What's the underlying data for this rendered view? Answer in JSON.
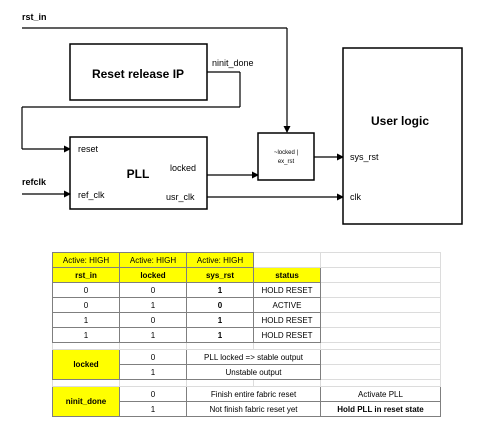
{
  "diagram": {
    "signals": {
      "rst_in": "rst_in",
      "ninit_done": "ninit_done",
      "refclk": "refclk"
    },
    "blocks": {
      "reset_release_ip": "Reset release IP",
      "pll": {
        "title": "PLL",
        "port_reset": "reset",
        "port_ref_clk": "ref_clk",
        "port_locked": "locked",
        "port_usr_clk": "usr_clk"
      },
      "gate": {
        "line1": "~locked |",
        "line2": "ex_rst"
      },
      "user_logic": {
        "title": "User logic",
        "port_sys_rst": "sys_rst",
        "port_clk": "clk"
      }
    }
  },
  "truth_table": {
    "notes": [
      "Active: HIGH",
      "Active: HIGH",
      "Active: HIGH"
    ],
    "headers": [
      "rst_in",
      "locked",
      "sys_rst",
      "status"
    ],
    "rows": [
      [
        "0",
        "0",
        "1",
        "HOLD RESET"
      ],
      [
        "0",
        "1",
        "0",
        "ACTIVE"
      ],
      [
        "1",
        "0",
        "1",
        "HOLD RESET"
      ],
      [
        "1",
        "1",
        "1",
        "HOLD RESET"
      ]
    ]
  },
  "locked_table": {
    "label": "locked",
    "rows": [
      [
        "0",
        "PLL locked => stable output"
      ],
      [
        "1",
        "Unstable output"
      ]
    ]
  },
  "ninit_table": {
    "label": "ninit_done",
    "rows": [
      [
        "0",
        "Finish entire fabric reset",
        "Activate PLL"
      ],
      [
        "1",
        "Not finish fabric reset yet",
        "Hold PLL in reset state"
      ]
    ]
  },
  "colors": {
    "highlight": "#ffff00",
    "grid": "#7f7f7f",
    "line": "#000000"
  }
}
